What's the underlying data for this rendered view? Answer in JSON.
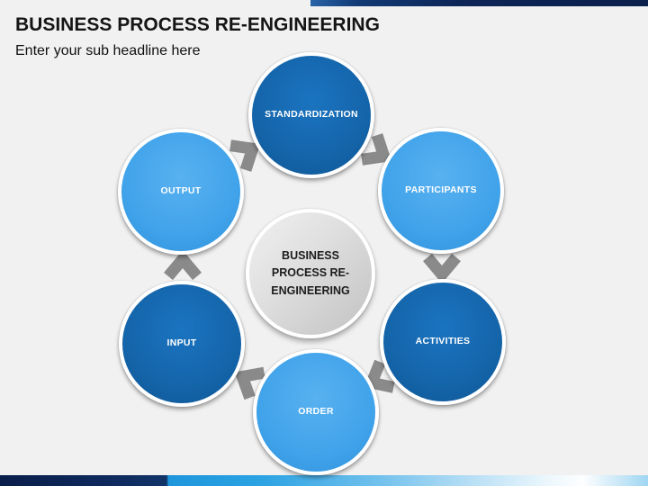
{
  "slide": {
    "title": "BUSINESS PROCESS RE-ENGINEERING",
    "subtitle": "Enter your sub headline here"
  },
  "diagram": {
    "center": {
      "label": "BUSINESS PROCESS RE-ENGINEERING"
    },
    "nodes": [
      {
        "label": "STANDARDIZATION",
        "type": "dark",
        "position": "top"
      },
      {
        "label": "PARTICIPANTS",
        "type": "light",
        "position": "upper-right"
      },
      {
        "label": "ACTIVITIES",
        "type": "dark",
        "position": "lower-right"
      },
      {
        "label": "ORDER",
        "type": "light",
        "position": "bottom"
      },
      {
        "label": "INPUT",
        "type": "dark",
        "position": "lower-left"
      },
      {
        "label": "OUTPUT",
        "type": "light",
        "position": "upper-left"
      }
    ],
    "flow": "clockwise",
    "colors": {
      "dark_blue": "#1464A9",
      "light_blue": "#41A3EA",
      "center_gray": "#D9D9D9",
      "arrow_gray": "#8A8A8A",
      "navy_bar": "#0D2557",
      "accent_blue": "#1E96DC",
      "background": "#F1F1F1"
    }
  }
}
